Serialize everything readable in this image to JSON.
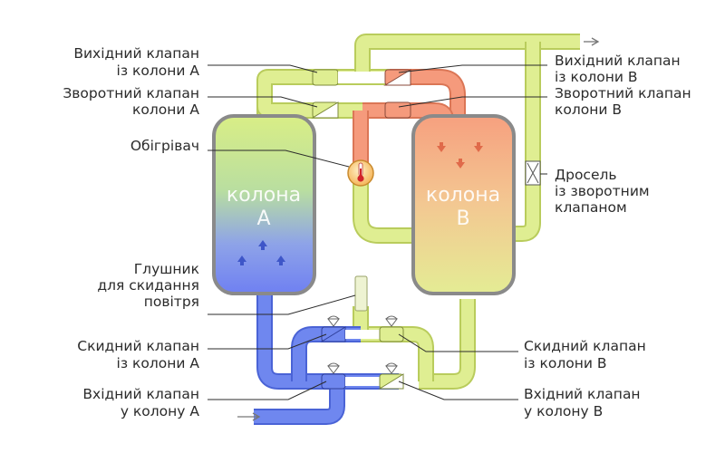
{
  "columns": {
    "a": {
      "line1": "колона",
      "line2": "А"
    },
    "b": {
      "line1": "колона",
      "line2": "В"
    }
  },
  "labels": {
    "outlet_a": {
      "l1": "Вихідний клапан",
      "l2": "із колони А"
    },
    "purge_a": {
      "l1": "Зворотний клапан",
      "l2": "колони А"
    },
    "heater": {
      "l1": "Обігрівач"
    },
    "silencer": {
      "l1": "Глушник",
      "l2": "для скидання",
      "l3": "повітря"
    },
    "exhaust_a": {
      "l1": "Скидний клапан",
      "l2": "із колони А"
    },
    "inlet_a": {
      "l1": "Вхідний клапан",
      "l2": "у колону А"
    },
    "outlet_b": {
      "l1": "Вихідний клапан",
      "l2": "із колони В"
    },
    "purge_b": {
      "l1": "Зворотний клапан",
      "l2": "колони В"
    },
    "throttle": {
      "l1": "Дросель",
      "l2": "із зворотним",
      "l3": "клапаном"
    },
    "exhaust_b": {
      "l1": "Скидний клапан",
      "l2": "із колони В"
    },
    "inlet_b": {
      "l1": "Вхідний клапан",
      "l2": "у колону В"
    }
  },
  "colors": {
    "dry": "#dfee92",
    "dry_stroke": "#b9cc5c",
    "wet": "#6f87ef",
    "wet_stroke": "#4a63d6",
    "hot": "#f59a7c",
    "hot_stroke": "#db7656",
    "shell": "#8a8a8a"
  }
}
